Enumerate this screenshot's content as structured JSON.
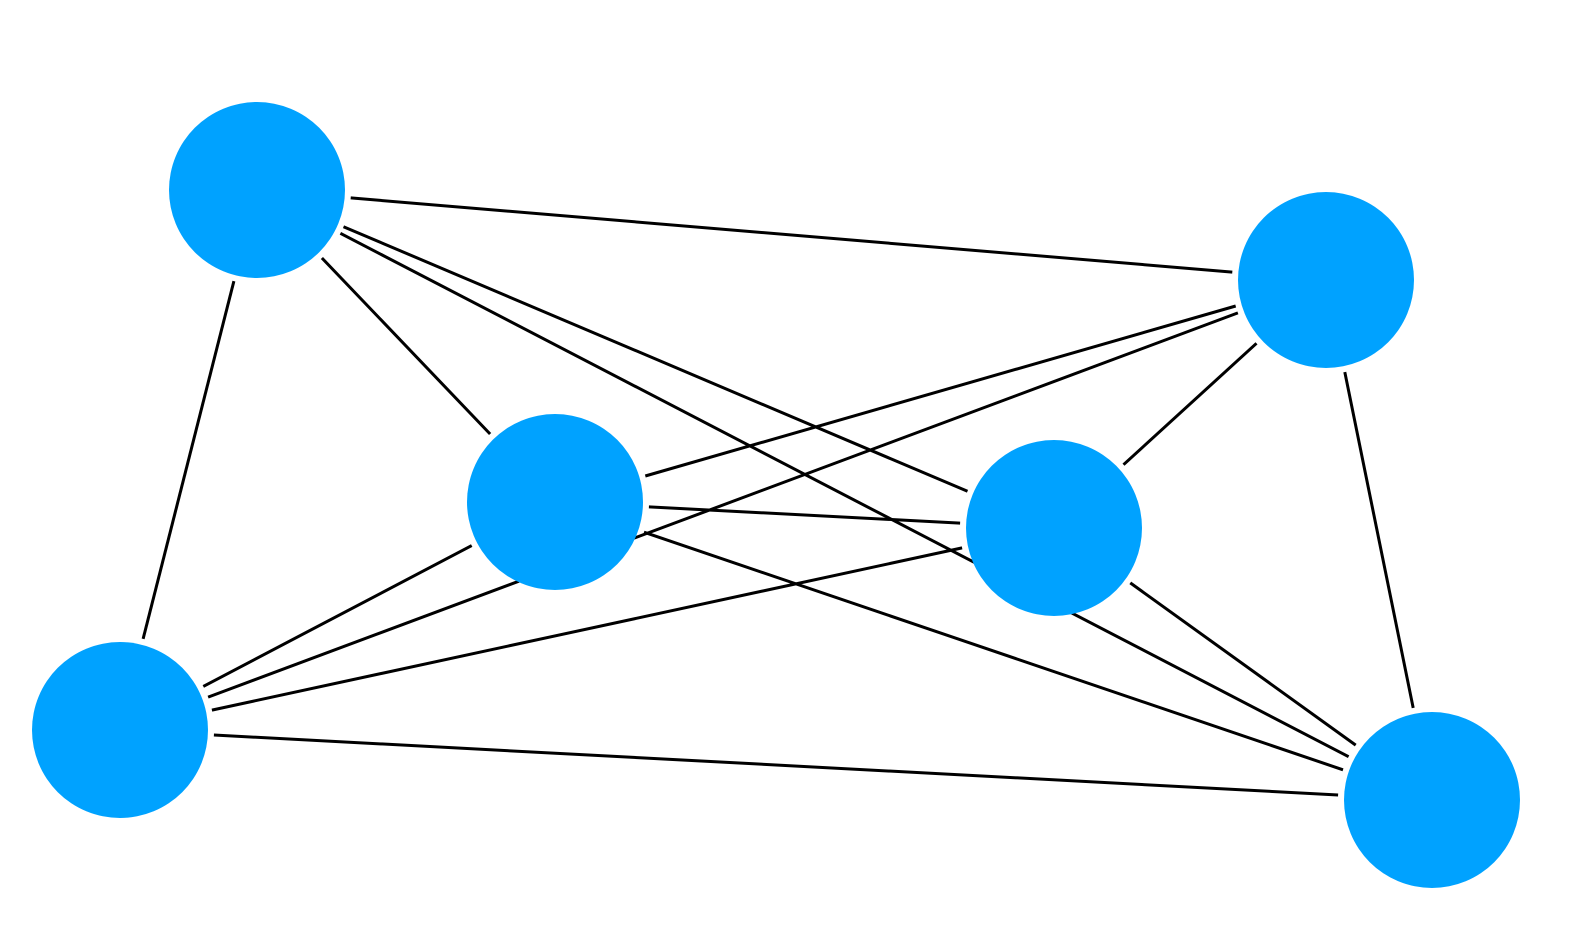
{
  "graph": {
    "node_color": "#00A2FF",
    "edge_color": "#000000",
    "nodes": [
      {
        "id": "A"
      },
      {
        "id": "B"
      },
      {
        "id": "C"
      },
      {
        "id": "D"
      },
      {
        "id": "E"
      },
      {
        "id": "F"
      }
    ],
    "edges": [
      [
        "A",
        "B"
      ],
      [
        "A",
        "C"
      ],
      [
        "A",
        "D"
      ],
      [
        "A",
        "E"
      ],
      [
        "A",
        "F"
      ],
      [
        "B",
        "C"
      ],
      [
        "B",
        "D"
      ],
      [
        "B",
        "E"
      ],
      [
        "C",
        "E"
      ],
      [
        "C",
        "D"
      ],
      [
        "C",
        "F"
      ],
      [
        "D",
        "E"
      ],
      [
        "D",
        "F"
      ],
      [
        "F",
        "B"
      ],
      [
        "F",
        "E"
      ]
    ]
  }
}
